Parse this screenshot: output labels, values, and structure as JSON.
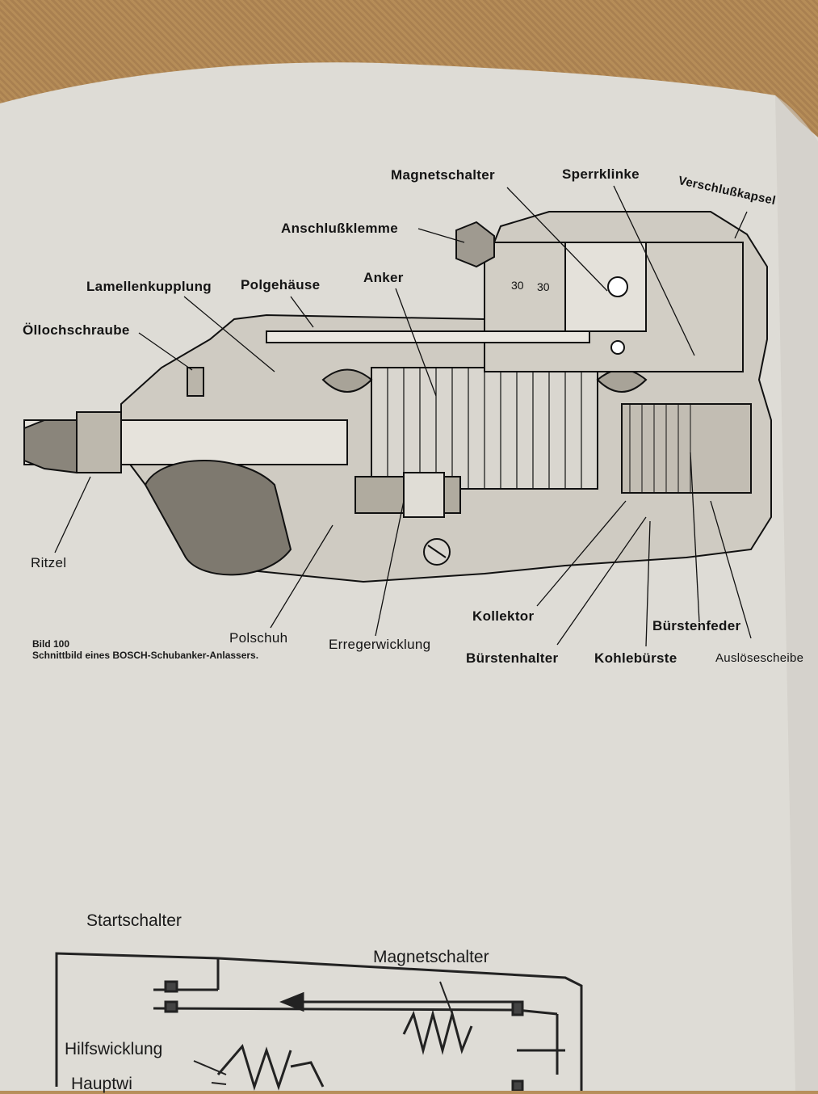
{
  "figure": {
    "caption_number": "Bild 100",
    "caption_text": "Schnittbild eines BOSCH-Schubanker-Anlassers.",
    "labels": {
      "magnetschalter": "Magnetschalter",
      "sperrklinke": "Sperrklinke",
      "verschlusskapsel": "Verschlußkapsel",
      "anschlussklemme": "Anschlußklemme",
      "lamellenkupplung": "Lamellenkupplung",
      "polgehaeuse": "Polgehäuse",
      "anker": "Anker",
      "oellochschraube": "Öllochschraube",
      "ritzel": "Ritzel",
      "polschuh": "Polschuh",
      "erregerwicklung": "Erregerwicklung",
      "kollektor": "Kollektor",
      "buerstenhalter": "Bürstenhalter",
      "kohlebuerste": "Kohlebürste",
      "buerstenfeder": "Bürstenfeder",
      "ausloesescheibe": "Auslösescheibe",
      "terminal_30_a": "30",
      "terminal_30_b": "30"
    }
  },
  "lower_figure": {
    "title": "Startschalter",
    "magnetschalter": "Magnetschalter",
    "hilfswicklung": "Hilfswicklung",
    "hauptwicklung": "Hauptwi"
  },
  "colors": {
    "paper": "#dedcd6",
    "ink": "#141414",
    "backdrop": "#b78f5b"
  }
}
